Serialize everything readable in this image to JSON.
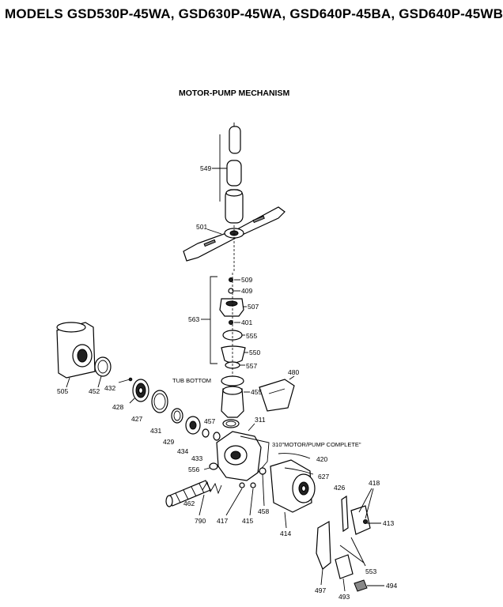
{
  "header": {
    "title": "MODELS GSD530P-45WA, GSD630P-45WA, GSD640P-45BA, GSD640P-45WB"
  },
  "diagram": {
    "section_title": "MOTOR-PUMP MECHANISM",
    "labels": {
      "p549": "549",
      "p501": "501",
      "p509": "509",
      "p409": "409",
      "p507": "507",
      "p563": "563",
      "p401": "401",
      "p555": "555",
      "p550": "550",
      "p557": "557",
      "tub_bottom": "TUB BOTTOM",
      "p480": "480",
      "p455": "455",
      "p505": "505",
      "p452": "452",
      "p432": "432",
      "p428": "428",
      "p427": "427",
      "p431": "431",
      "p429": "429",
      "p457": "457",
      "p311": "311",
      "p310": "310\"MOTOR/PUMP COMPLETE\"",
      "p434": "434",
      "p433": "433",
      "p420": "420",
      "p556": "556",
      "p627": "627",
      "p426": "426",
      "p418": "418",
      "p462": "462",
      "p413": "413",
      "p790": "790",
      "p417": "417",
      "p415": "415",
      "p458": "458",
      "p414": "414",
      "p553": "553",
      "p497": "497",
      "p493": "493",
      "p494": "494"
    }
  }
}
